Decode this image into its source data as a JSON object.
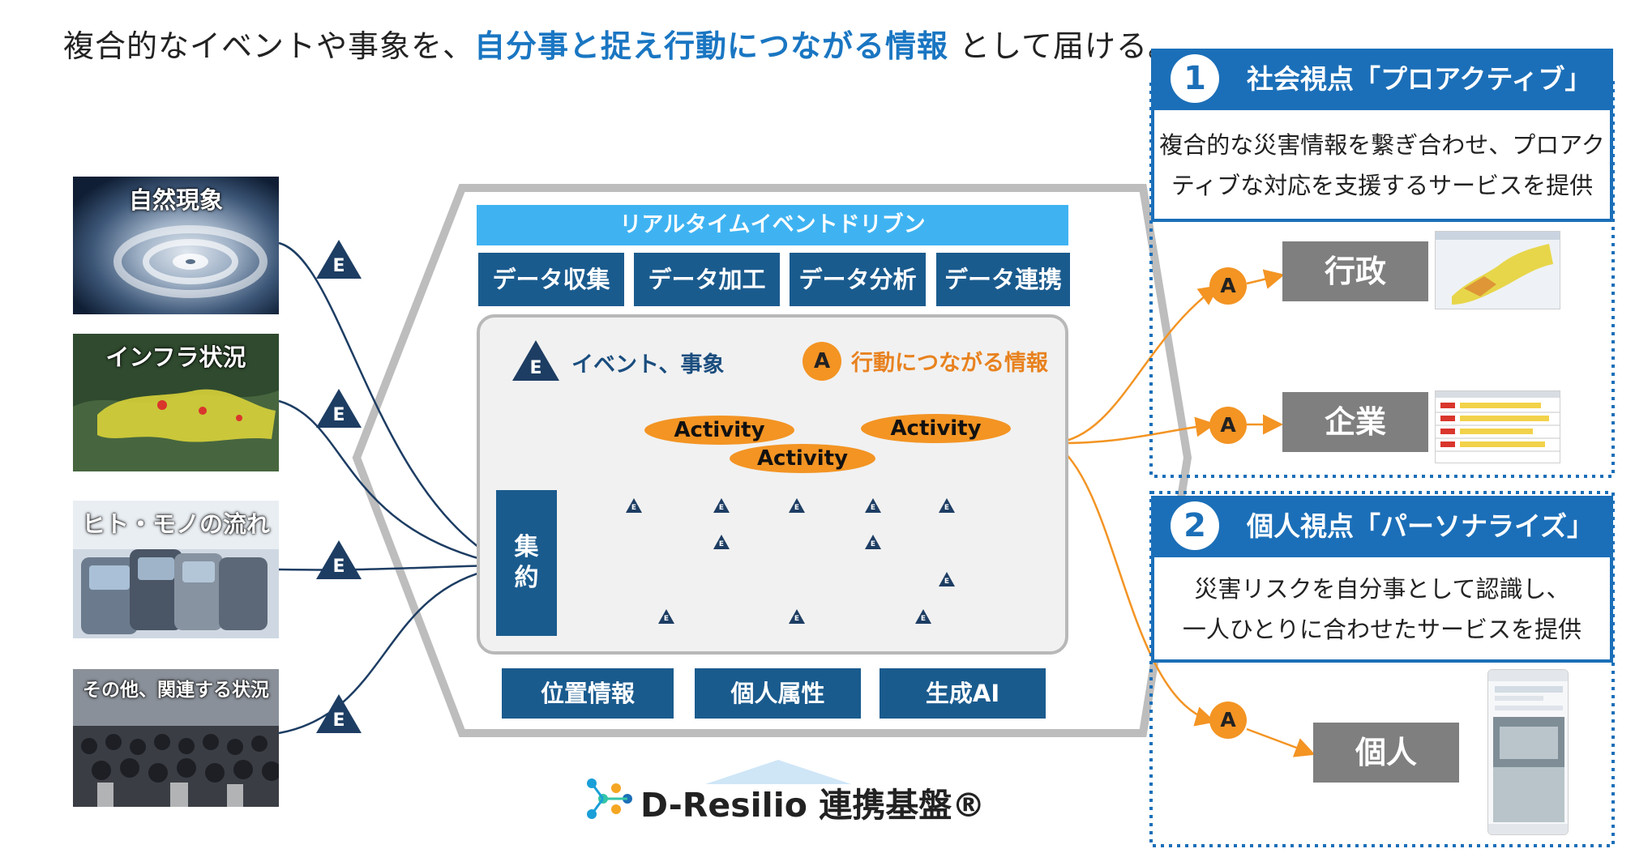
{
  "headline": {
    "prefix": "複合的なイベントや事象を、",
    "highlight": "自分事と捉え行動につながる情報",
    "suffix": " として届ける。"
  },
  "sources": [
    {
      "label": "自然現象",
      "icon": "E"
    },
    {
      "label": "インフラ状況",
      "icon": "E"
    },
    {
      "label": "ヒト・モノの流れ",
      "icon": "E"
    },
    {
      "label": "その他、関連する状況",
      "icon": "E"
    }
  ],
  "platform": {
    "top_bar": "リアルタイムイベントドリブン",
    "processes": [
      "データ収集",
      "データ加工",
      "データ分析",
      "データ連携"
    ],
    "legend": {
      "event_icon": "E",
      "event_label": "イベント、事象",
      "action_icon": "A",
      "action_label": "行動につながる情報"
    },
    "activity": "Activity",
    "aggregate": [
      "集",
      "約"
    ],
    "timeline_marker": "E",
    "bottom": [
      "位置情報",
      "個人属性",
      "生成AI"
    ],
    "brand_name": "D-Resilio",
    "brand_suffix": "連携基盤®"
  },
  "panel1": {
    "number": "1",
    "title": "社会視点「プロアクティブ」",
    "desc": [
      "複合的な災害情報を繋ぎ合わせ、プロアク",
      "ティブな対応を支援するサービスを提供"
    ],
    "targets": [
      {
        "icon": "A",
        "label": "行政"
      },
      {
        "icon": "A",
        "label": "企業"
      }
    ]
  },
  "panel2": {
    "number": "2",
    "title": "個人視点「パーソナライズ」",
    "desc": [
      "災害リスクを自分事として認識し、",
      "一人ひとりに合わせたサービスを提供"
    ],
    "targets": [
      {
        "icon": "A",
        "label": "個人"
      }
    ]
  },
  "colors": {
    "blue_dark": "#1a5b8e",
    "blue_accent": "#1a76c2",
    "blue_light": "#3fb3f2",
    "orange": "#f39423",
    "gray": "#7f7f7f"
  }
}
